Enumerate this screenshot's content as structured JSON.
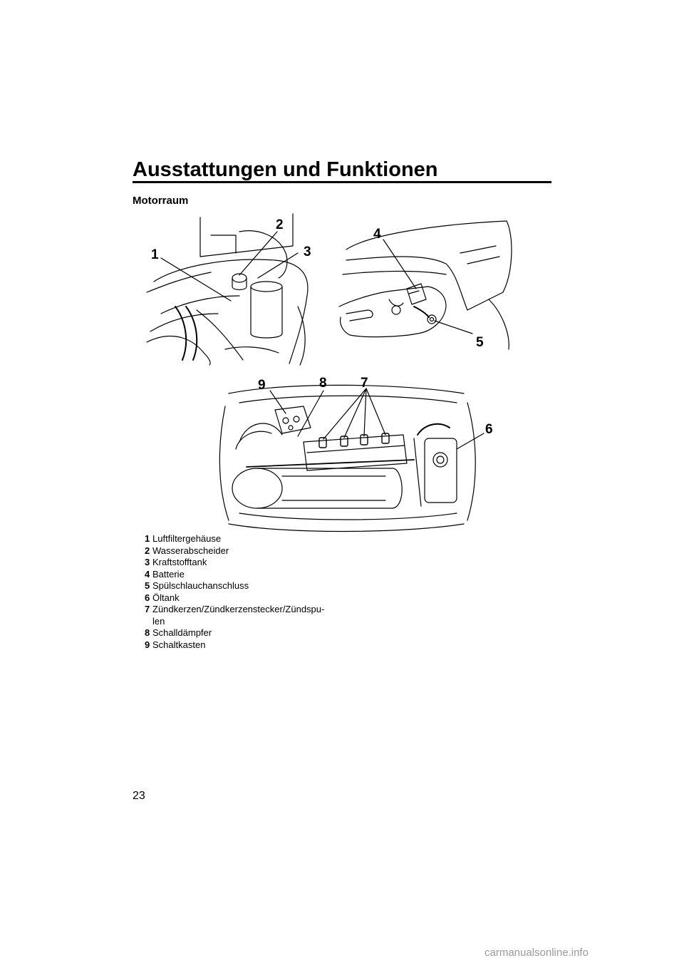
{
  "header": {
    "title": "Ausstattungen und Funktionen"
  },
  "section": {
    "heading": "Motorraum"
  },
  "figure": {
    "callouts": [
      "1",
      "2",
      "3",
      "4",
      "5",
      "6",
      "7",
      "8",
      "9"
    ]
  },
  "legend": {
    "items": [
      {
        "num": "1",
        "label": "Luftfiltergehäuse"
      },
      {
        "num": "2",
        "label": "Wasserabscheider"
      },
      {
        "num": "3",
        "label": "Kraftstofftank"
      },
      {
        "num": "4",
        "label": "Batterie"
      },
      {
        "num": "5",
        "label": "Spülschlauchanschluss"
      },
      {
        "num": "6",
        "label": "Öltank"
      },
      {
        "num": "7",
        "label": "Zündkerzen/Zündkerzenstecker/Zündspu-\nlen"
      },
      {
        "num": "8",
        "label": "Schalldämpfer"
      },
      {
        "num": "9",
        "label": "Schaltkasten"
      }
    ]
  },
  "footer": {
    "page_number": "23",
    "watermark": "carmanualsonline.info"
  }
}
